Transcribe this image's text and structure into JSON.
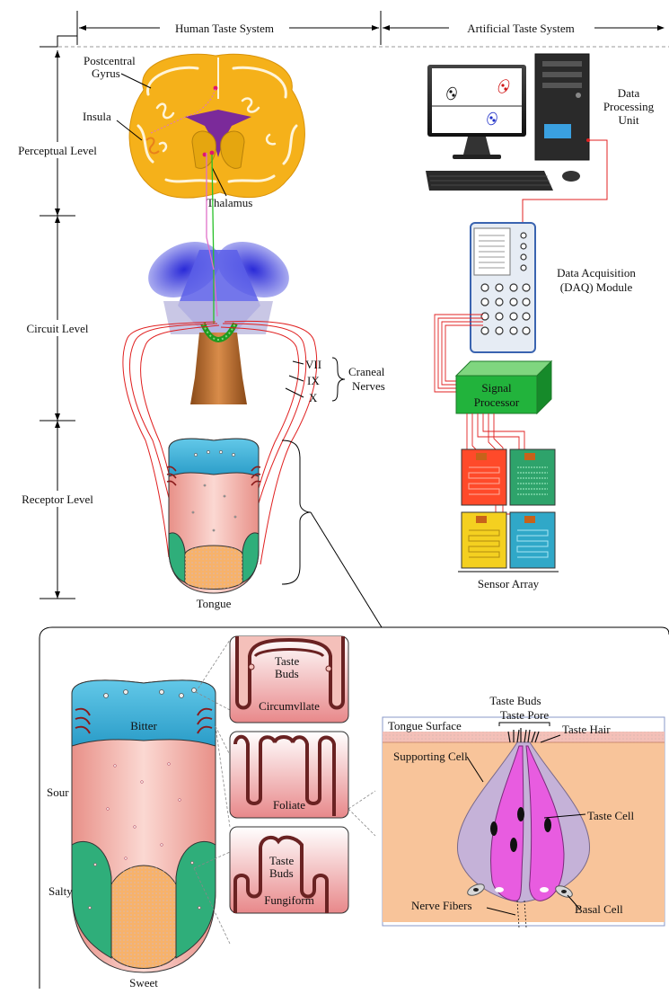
{
  "header": {
    "human_system": "Human Taste System",
    "artificial_system": "Artificial Taste System"
  },
  "levels": {
    "perceptual": "Perceptual Level",
    "circuit": "Circuit Level",
    "receptor": "Receptor Level"
  },
  "brain": {
    "postcentral_gyrus_line1": "Postcentral",
    "postcentral_gyrus_line2": "Gyrus",
    "insula": "Insula",
    "thalamus": "Thalamus"
  },
  "nerves": {
    "vii": "VII",
    "ix": "IX",
    "x": "X",
    "craneal_line1": "Craneal",
    "craneal_line2": "Nerves"
  },
  "tongue_label": "Tongue",
  "artificial": {
    "dpu_line1": "Data",
    "dpu_line2": "Processing",
    "dpu_line3": "Unit",
    "daq_line1": "Data Acquisition",
    "daq_line2": "(DAQ) Module",
    "signal_line1": "Signal",
    "signal_line2": "Processor",
    "sensor_array": "Sensor Array"
  },
  "detail_tongue": {
    "bitter": "Bitter",
    "sour": "Sour",
    "salty": "Salty",
    "sweet": "Sweet"
  },
  "papillae": {
    "taste_buds_line1": "Taste",
    "taste_buds_line2": "Buds",
    "circumvallate": "Circumvllate",
    "foliate": "Foliate",
    "fungiform": "Fungiform"
  },
  "taste_bud_detail": {
    "title": "Taste Buds",
    "tongue_surface": "Tongue Surface",
    "taste_pore": "Taste Pore",
    "taste_hair": "Taste Hair",
    "supporting_cell": "Supporting Cell",
    "taste_cell": "Taste Cell",
    "nerve_fibers": "Nerve Fibers",
    "basal_cell": "Basal Cell"
  },
  "colors": {
    "brain_orange": "#f5b11a",
    "thalamus_purple": "#7b2a9a",
    "brainstem_blue": "#4a4fe0",
    "bitter_blue": "#3cb2da",
    "sour_pink": "#f2aaa4",
    "salty_green": "#2fae7a",
    "sweet_orange": "#f7b26a",
    "nerve_red": "#e02020",
    "signal_green": "#22b33c"
  }
}
